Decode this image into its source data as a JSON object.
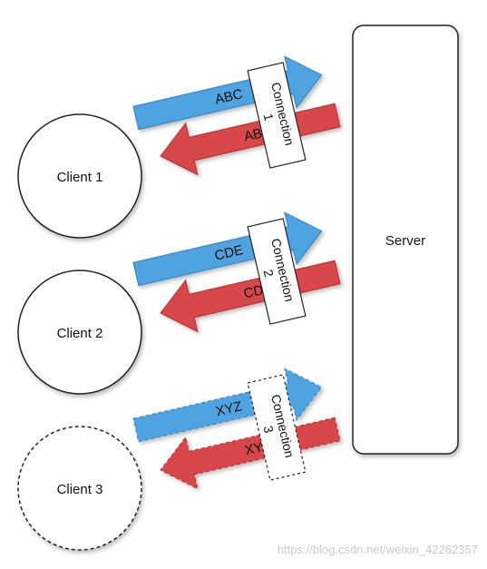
{
  "server": {
    "label": "Server"
  },
  "clients": [
    {
      "label": "Client 1"
    },
    {
      "label": "Client 2"
    },
    {
      "label": "Client 3"
    }
  ],
  "connections": [
    {
      "title": "Connection",
      "number": "1",
      "request": "ABC",
      "response": "ABC"
    },
    {
      "title": "Connection",
      "number": "2",
      "request": "CDE",
      "response": "CDE"
    },
    {
      "title": "Connection",
      "number": "3",
      "request": "XYZ",
      "response": "XYZ"
    }
  ],
  "colors": {
    "request_arrow": "#4fa3e0",
    "request_arrow_stroke": "#3a86c2",
    "response_arrow": "#d8474a",
    "response_arrow_stroke": "#b83336",
    "outline": "#222222"
  },
  "watermark": "https://blog.csdn.net/weixin_42262357"
}
